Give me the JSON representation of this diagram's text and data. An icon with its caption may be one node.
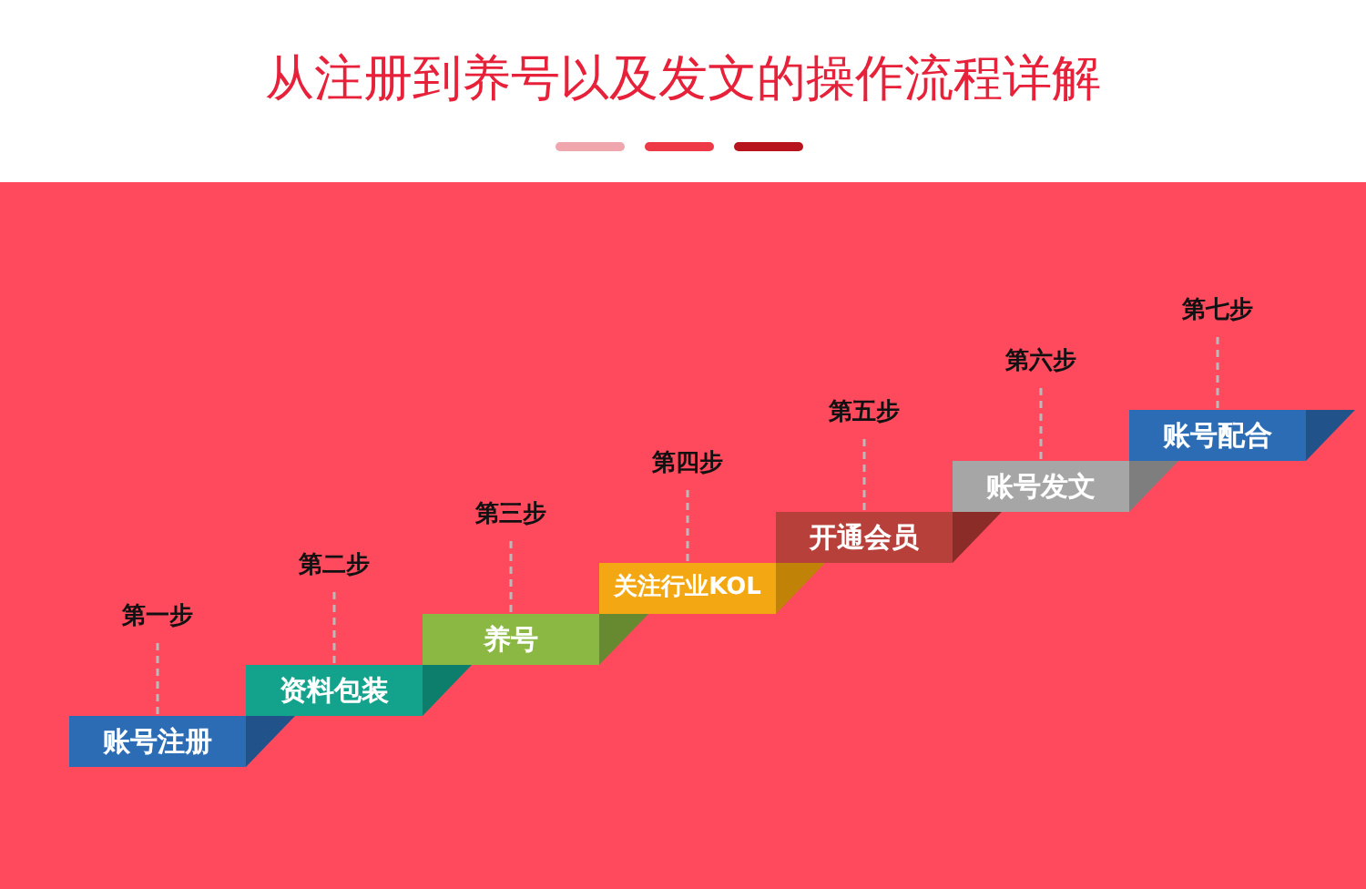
{
  "diagram": {
    "title": "从注册到养号以及发文的操作流程详解",
    "nodes": [
      {
        "text": [
          "账号注册"
        ]
      },
      {
        "text": [
          "资料包装"
        ]
      },
      {
        "text": [
          "养号"
        ]
      },
      {
        "text": [
          "关注行业KOL"
        ]
      },
      {
        "text": [
          "开通会员"
        ]
      },
      {
        "text": [
          "账号发文"
        ]
      },
      {
        "text": [
          "账号配合"
        ]
      },
      {
        "text": [
          "第一步"
        ]
      },
      {
        "text": [
          "第二步"
        ]
      },
      {
        "text": [
          "第三步"
        ]
      },
      {
        "text": [
          "第四步"
        ]
      },
      {
        "text": [
          "第五步"
        ]
      },
      {
        "text": [
          "第六步"
        ]
      },
      {
        "text": [
          "第七步"
        ]
      }
    ],
    "edges": [
      {
        "from": 7,
        "to": 0,
        "arrow": "none",
        "style": "dashed"
      },
      {
        "from": 8,
        "to": 1,
        "arrow": "none",
        "style": "dashed"
      },
      {
        "from": 9,
        "to": 2,
        "arrow": "none",
        "style": "dashed"
      },
      {
        "from": 10,
        "to": 3,
        "arrow": "none",
        "style": "dashed"
      },
      {
        "from": 11,
        "to": 4,
        "arrow": "none",
        "style": "dashed"
      },
      {
        "from": 12,
        "to": 5,
        "arrow": "none",
        "style": "dashed"
      },
      {
        "from": 13,
        "to": 6,
        "arrow": "none",
        "style": "dashed"
      }
    ]
  }
}
